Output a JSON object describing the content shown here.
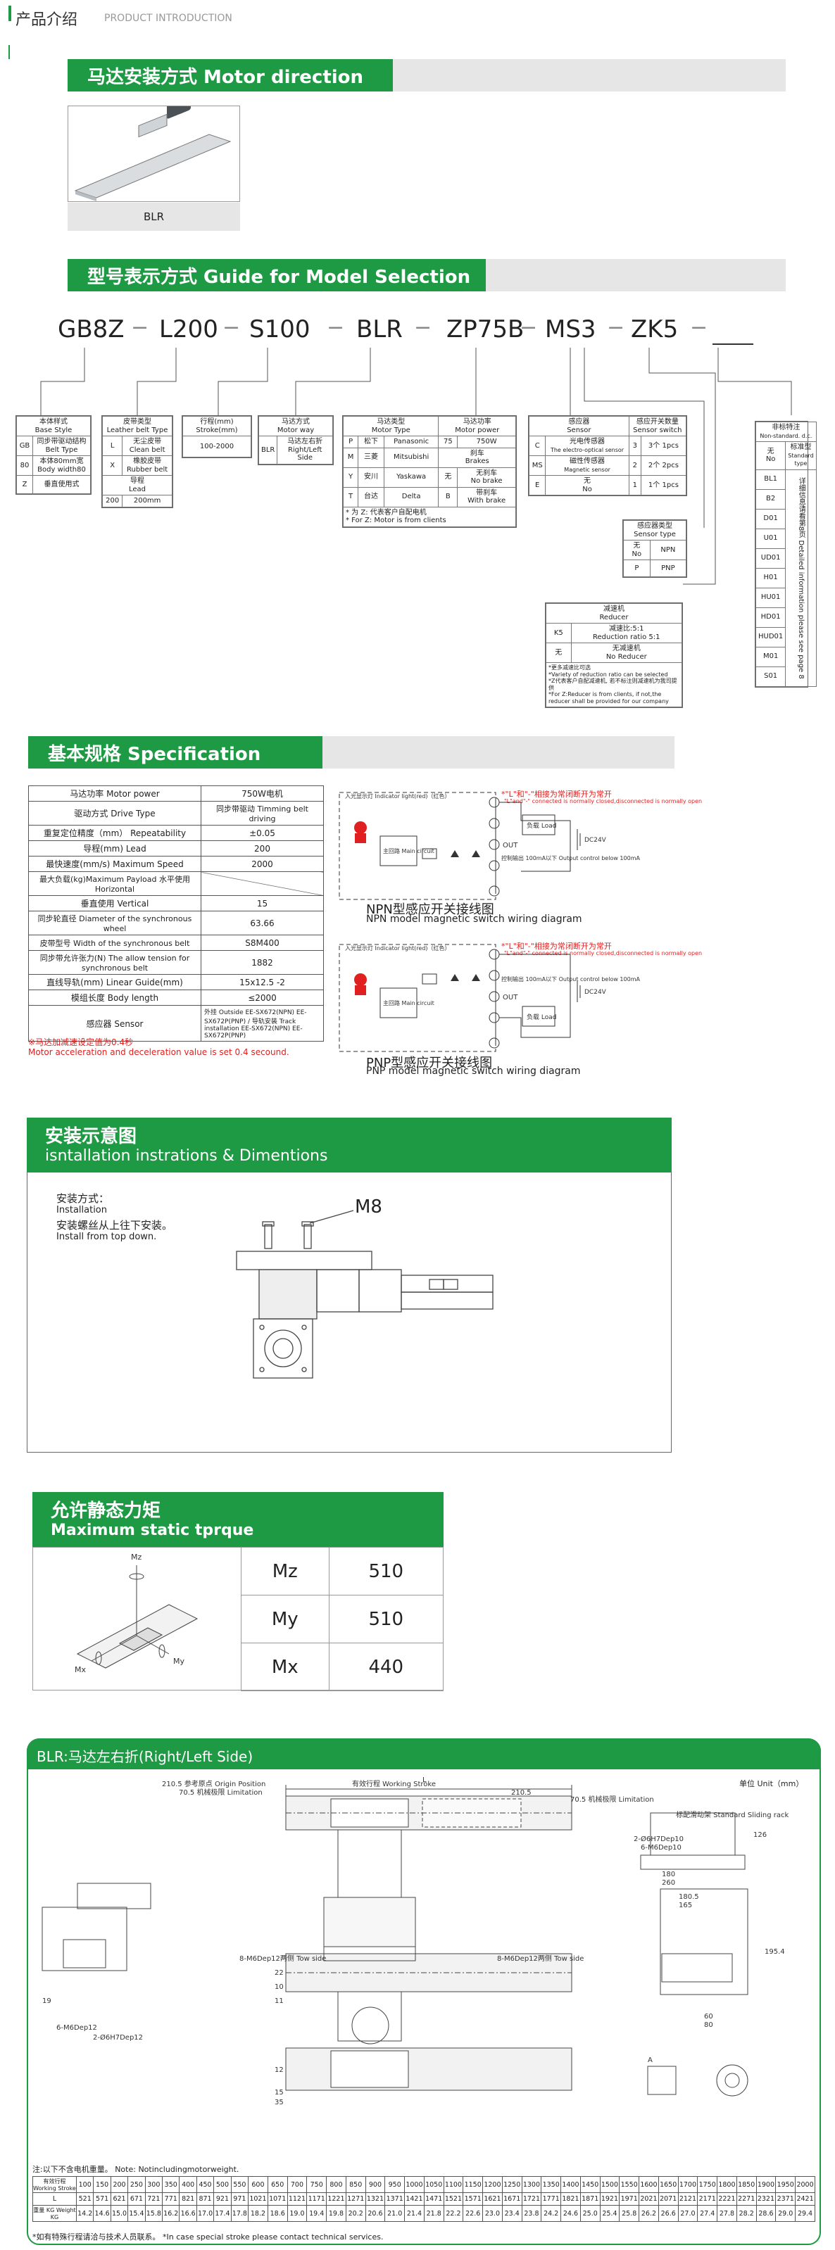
{
  "header": {
    "title_cn": "产品介绍",
    "title_en": "PRODUCT INTRODUCTION"
  },
  "motor_direction": {
    "title": "马达安装方式  Motor direction",
    "caption": "BLR"
  },
  "model_guide": {
    "title": "型号表示方式  Guide for Model Selection",
    "codes": [
      "GB8Z",
      "L200",
      "S100",
      "BLR",
      "ZP75B",
      "MS3",
      "ZK5",
      ""
    ],
    "base_style": {
      "head": [
        "本体样式",
        "Base Style"
      ],
      "rows": [
        [
          "GB",
          "同步带驱动结构",
          "Belt Type"
        ],
        [
          "80",
          "本体80mm宽",
          "Body width80"
        ],
        [
          "Z",
          "垂直使用式",
          ""
        ]
      ]
    },
    "belt_type": {
      "head": [
        "皮带类型",
        "Leather belt Type"
      ],
      "rows": [
        [
          "L",
          "无尘皮带",
          "Clean belt"
        ],
        [
          "X",
          "橡胶皮带",
          "Rubber belt"
        ],
        [
          "",
          "导程",
          "Lead"
        ],
        [
          "200",
          "200mm",
          ""
        ]
      ]
    },
    "stroke": {
      "head": [
        "行程(mm)",
        "Stroke(mm)"
      ],
      "value": "100-2000"
    },
    "motor_way": {
      "head": [
        "马达方式",
        "Motor way"
      ],
      "rows": [
        [
          "BLR",
          "马达左右折",
          "Right/Left Side"
        ]
      ]
    },
    "motor_type": {
      "head": [
        "马达类型",
        "Motor Type"
      ],
      "power_head": [
        "马达功率",
        "Motor power"
      ],
      "rows": [
        [
          "P",
          "松下",
          "Panasonic"
        ],
        [
          "M",
          "三菱",
          "Mitsubishi"
        ],
        [
          "Y",
          "安川",
          "Yaskawa"
        ],
        [
          "T",
          "台达",
          "Delta"
        ]
      ],
      "power": [
        [
          "75",
          "750W"
        ],
        [
          "",
          "刹车",
          "Brakes"
        ],
        [
          "无",
          "无刹车",
          "No brake"
        ],
        [
          "B",
          "带刹车",
          "With brake"
        ]
      ],
      "note1": "* 为 Z: 代表客户自配电机",
      "note2": "* For Z: Motor is from clients"
    },
    "sensor": {
      "head": [
        "感应器",
        "Sensor"
      ],
      "switch_head": [
        "感应开关数量",
        "Sensor switch"
      ],
      "rows": [
        [
          "C",
          "光电传感器",
          "The electro-optical sensor"
        ],
        [
          "MS",
          "磁性传感器",
          "Magnetic sensor"
        ],
        [
          "E",
          "无",
          "No"
        ]
      ],
      "switch": [
        [
          "3",
          "3个",
          "1pcs"
        ],
        [
          "2",
          "2个",
          "2pcs"
        ],
        [
          "1",
          "1个",
          "1pcs"
        ]
      ]
    },
    "sensor_type": {
      "head": [
        "感应器类型",
        "Sensor type"
      ],
      "rows": [
        [
          "无",
          "No",
          "NPN"
        ],
        [
          "P",
          "",
          "PNP"
        ]
      ]
    },
    "reducer": {
      "head": [
        "减速机",
        "Reducer"
      ],
      "rows": [
        [
          "K5",
          "减速比:5:1",
          "Reduction ratio 5:1"
        ],
        [
          "无",
          "无减速机",
          "No Reducer"
        ]
      ],
      "notes": [
        "*更多减速比可选",
        "*Variety of reduction ratio can be selected",
        "*Z代表客户自配减速机, 若不标注则减速机为我司提供",
        "*For Z:Reducer is from clients, if not,the reducer shall be provided for our company"
      ]
    },
    "nonstandard": {
      "head": [
        "非标特注",
        "Non-standard. d.c."
      ],
      "rows": [
        [
          "无",
          "标准型"
        ],
        [
          "No",
          "Standard type"
        ]
      ],
      "codes": [
        "BL1",
        "B2",
        "D01",
        "U01",
        "UD01",
        "H01",
        "HU01",
        "HD01",
        "HUD01",
        "M01",
        "S01"
      ],
      "vertical": "详细信息请看第8页 Detailed information please see page 8"
    }
  },
  "spec": {
    "title": "基本规格  Specification",
    "rows": [
      [
        "马达功率  Motor power",
        "750W电机"
      ],
      [
        "驱动方式  Drive Type",
        "同步带驱动 Timming belt driving"
      ],
      [
        "重复定位精度（mm）  Repeatability",
        "±0.05"
      ],
      [
        "导程(mm)  Lead",
        "200"
      ],
      [
        "最快速度(mm/s) Maximum Speed",
        "2000"
      ],
      [
        "最大负载(kg)Maximum Payload  水平使用 Horizontal",
        ""
      ],
      [
        "垂直使用 Vertical",
        "15"
      ],
      [
        "同步轮直径 Diameter of the synchronous wheel",
        "63.66"
      ],
      [
        "皮带型号 Width of the synchronous belt",
        "S8M400"
      ],
      [
        "同步带允许张力(N) The allow tension for synchronous belt",
        "1882"
      ],
      [
        "直线导轨(mm) Linear Guide(mm)",
        "15x12.5 -2"
      ],
      [
        "模组长度      Body  length",
        "≤2000"
      ],
      [
        "感应器 Sensor",
        "外挂 Outside EE-SX672(NPN)  EE-SX672P(PNP) / 导轨安装 Track installation EE-SX672(NPN)  EE-SX672P(PNP)"
      ]
    ],
    "note_cn": "※马达加减速设定值为0.4秒",
    "note_en": "Motor acceleration and deceleration value is set 0.4 secound.",
    "wiring": {
      "npn_title_cn": "NPN型感应开关接线图",
      "npn_title_en": "NPN model magnetic switch wiring diagram",
      "pnp_title_cn": "PNP型感应开关接线图",
      "pnp_title_en": "PNP model magnetic switch wiring diagram",
      "note": "*\"L\"和\"-\"相接为常闭断开为常开",
      "note_en": "\"L\"and\"-\" connected is normally closed,disconnected is normally open",
      "indicator": "入光显示灯 Indicator light(red)（红色）",
      "main": "主回路 Main circuit",
      "dc": "DC24V",
      "load": "负载 Load",
      "out": "OUT",
      "ctrl": "控制输出 100mA以下 Output control below 100mA"
    }
  },
  "install": {
    "title_cn": "安装示意图",
    "title_en": "isntallation  instrations & Dimentions",
    "method_cn": "安装方式：",
    "method_en": "Installation",
    "desc_cn": "安装螺丝从上往下安装。",
    "desc_en": "Install from top down.",
    "bolt": "M8"
  },
  "moment": {
    "title_cn": "允许静态力矩",
    "title_en": "Maximum static tprque",
    "rows": [
      [
        "Mz",
        "510"
      ],
      [
        "My",
        "510"
      ],
      [
        "Mx",
        "440"
      ]
    ],
    "axes": [
      "Mz",
      "My",
      "Mx"
    ]
  },
  "blr": {
    "title": "BLR:马达左右折(Right/Left Side)",
    "unit": "单位 Unit（mm）",
    "labels": {
      "L": "L",
      "origin": "210.5 参考原点 Origin Position",
      "limit_l": "70.5 机械极限 Limitation",
      "stroke": "有效行程 Working Stroke",
      "limit_r": "70.5 机械极限 Limitation",
      "d2105": "210.5",
      "rack": "标配滑动架 Standard Sliding rack",
      "m6_left": "8-M6Dep12两侧 Tow side",
      "m6_right": "8-M6Dep12两侧 Tow side",
      "m6dep": "6-M6Dep12",
      "h7": "2-Ø6H7Dep12",
      "h7b": "2-Ø6H7Dep10",
      "m6b": "6-M6Dep10",
      "dims": [
        "180",
        "260",
        "126",
        "180.5",
        "165",
        "195.4",
        "60",
        "80",
        "11",
        "10",
        "22",
        "35",
        "12",
        "19",
        "15",
        "A"
      ]
    },
    "table_head1": "有效行程 Working Stroke",
    "table_head2": "L",
    "table_head3": "重量 KG Weight KG",
    "strokes": [
      "100",
      "150",
      "200",
      "250",
      "300",
      "350",
      "400",
      "450",
      "500",
      "550",
      "600",
      "650",
      "700",
      "750",
      "800",
      "850",
      "900",
      "950",
      "1000",
      "1050",
      "1100",
      "1150",
      "1200",
      "1250",
      "1300",
      "1350",
      "1400",
      "1450",
      "1500",
      "1550",
      "1600",
      "1650",
      "1700",
      "1750",
      "1800",
      "1850",
      "1900",
      "1950",
      "2000"
    ],
    "L": [
      "521",
      "571",
      "621",
      "671",
      "721",
      "771",
      "821",
      "871",
      "921",
      "971",
      "1021",
      "1071",
      "1121",
      "1171",
      "1221",
      "1271",
      "1321",
      "1371",
      "1421",
      "1471",
      "1521",
      "1571",
      "1621",
      "1671",
      "1721",
      "1771",
      "1821",
      "1871",
      "1921",
      "1971",
      "2021",
      "2071",
      "2121",
      "2171",
      "2221",
      "2271",
      "2321",
      "2371",
      "2421"
    ],
    "weight": [
      "14.2",
      "14.6",
      "15.0",
      "15.4",
      "15.8",
      "16.2",
      "16.6",
      "17.0",
      "17.4",
      "17.8",
      "18.2",
      "18.6",
      "19.0",
      "19.4",
      "19.8",
      "20.2",
      "20.6",
      "21.0",
      "21.4",
      "21.8",
      "22.2",
      "22.6",
      "23.0",
      "23.4",
      "23.8",
      "24.2",
      "24.6",
      "25.0",
      "25.4",
      "25.8",
      "26.2",
      "26.6",
      "27.0",
      "27.4",
      "27.8",
      "28.2",
      "28.6",
      "29.0",
      "29.4"
    ],
    "note_motor": "注:以下不含电机重量。   Note: Notincludingmotorweight.",
    "note_special": "*如有特殊行程请洽与技术人员联系。    *In case special stroke please contact technical services."
  }
}
